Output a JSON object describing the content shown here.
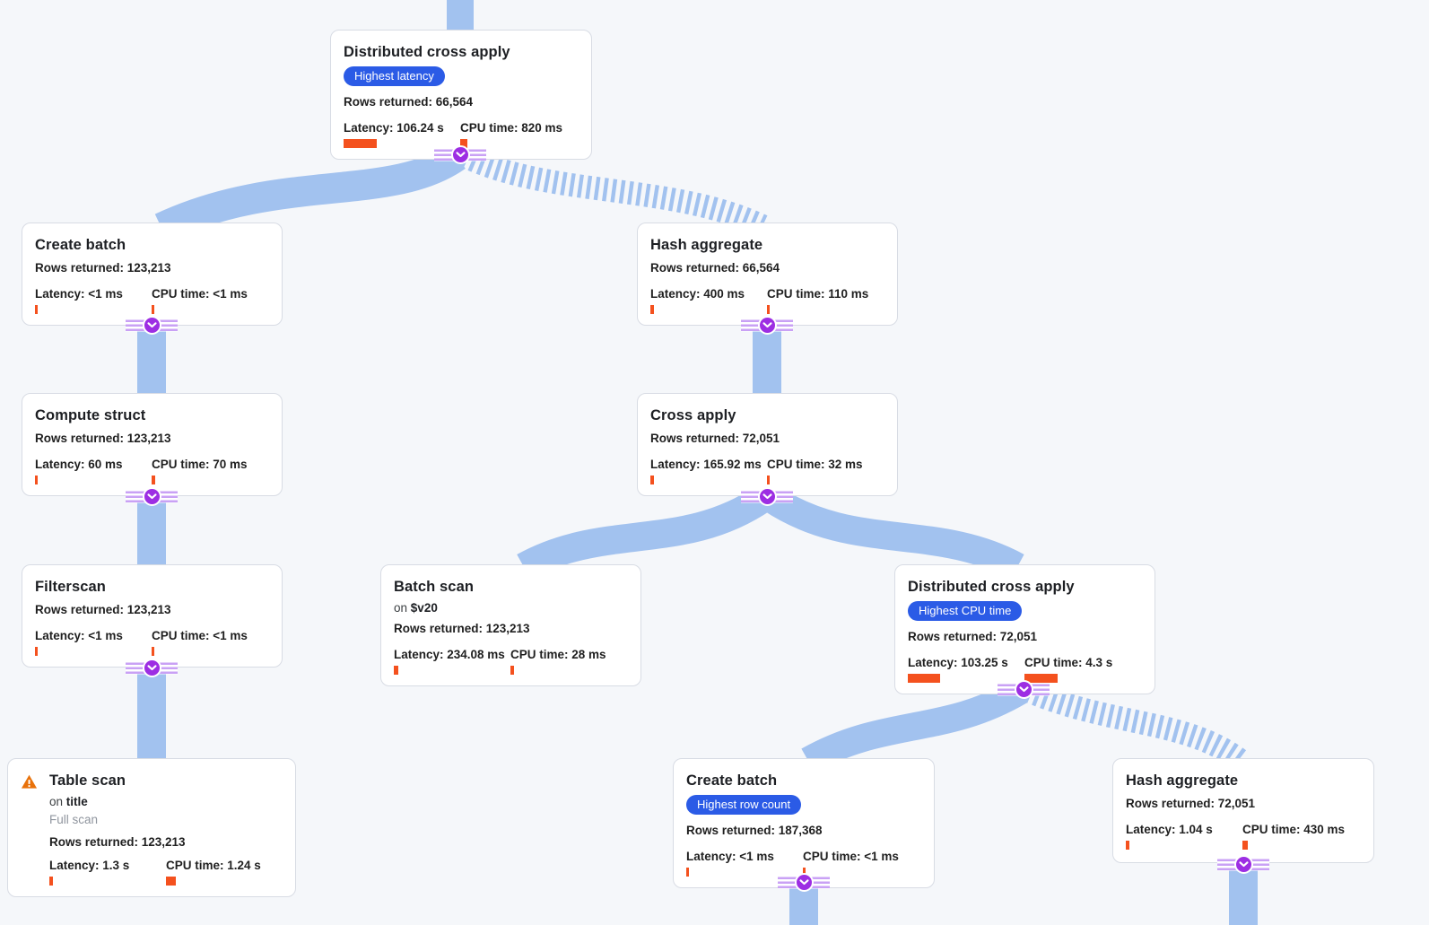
{
  "colors": {
    "background": "#f5f7fa",
    "edge_blue": "#a2c2ef",
    "connector_purple": "#9d2ee3",
    "connector_stripe_purple": "#c9a1f5",
    "badge_blue": "#2b5be6",
    "bar_orange": "#f4511e",
    "warning_orange": "#e8710a",
    "node_border": "#d8dce4"
  },
  "nodes": [
    {
      "title": "Distributed cross apply",
      "badge": "Highest latency",
      "rows": "Rows returned: 66,564",
      "latency": "Latency: 106.24 s",
      "latency_bar": "width:37px",
      "cpu": "CPU time: 820 ms",
      "cpu_bar": "width:8px"
    },
    {
      "title": "Create batch",
      "rows": "Rows returned: 123,213",
      "latency": "Latency: <1 ms",
      "latency_bar": "width:3px",
      "cpu": "CPU time: <1 ms",
      "cpu_bar": "width:3px"
    },
    {
      "title": "Hash aggregate",
      "rows": "Rows returned: 66,564",
      "latency": "Latency: 400 ms",
      "latency_bar": "width:4px",
      "cpu": "CPU time: 110 ms",
      "cpu_bar": "width:3px"
    },
    {
      "title": "Compute struct",
      "rows": "Rows returned: 123,213",
      "latency": "Latency: 60 ms",
      "latency_bar": "width:3px",
      "cpu": "CPU time: 70 ms",
      "cpu_bar": "width:4px"
    },
    {
      "title": "Cross apply",
      "rows": "Rows returned: 72,051",
      "latency": "Latency: 165.92 ms",
      "latency_bar": "width:4px",
      "cpu": "CPU time: 32 ms",
      "cpu_bar": "width:3px"
    },
    {
      "title": "Filterscan",
      "rows": "Rows returned: 123,213",
      "latency": "Latency: <1 ms",
      "latency_bar": "width:3px",
      "cpu": "CPU time: <1 ms",
      "cpu_bar": "width:3px"
    },
    {
      "title": "Batch scan",
      "on_word": "on",
      "on_target": "$v20",
      "rows": "Rows returned: 123,213",
      "latency": "Latency: 234.08 ms",
      "latency_bar": "width:5px",
      "cpu": "CPU time: 28 ms",
      "cpu_bar": "width:4px"
    },
    {
      "title": "Distributed cross apply",
      "badge": "Highest CPU time",
      "rows": "Rows returned: 72,051",
      "latency": "Latency: 103.25 s",
      "latency_bar": "width:36px",
      "cpu": "CPU time: 4.3 s",
      "cpu_bar": "width:37px"
    },
    {
      "title": "Table scan",
      "icon": "warning-icon",
      "on_word": "on",
      "on_target": "title",
      "subtitle": "Full scan",
      "rows": "Rows returned: 123,213",
      "latency": "Latency: 1.3 s",
      "latency_bar": "width:4px",
      "cpu": "CPU time: 1.24 s",
      "cpu_bar": "width:11px"
    },
    {
      "title": "Create batch",
      "badge": "Highest row count",
      "rows": "Rows returned: 187,368",
      "latency": "Latency: <1 ms",
      "latency_bar": "width:3px",
      "cpu": "CPU time: <1 ms",
      "cpu_bar": "width:3px"
    },
    {
      "title": "Hash aggregate",
      "rows": "Rows returned: 72,051",
      "latency": "Latency: 1.04 s",
      "latency_bar": "width:4px",
      "cpu": "CPU time: 430 ms",
      "cpu_bar": "width:6px"
    }
  ]
}
